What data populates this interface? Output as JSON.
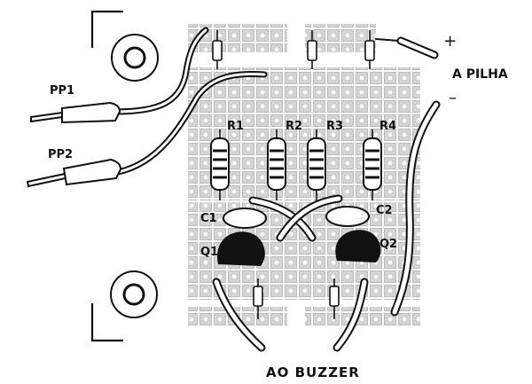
{
  "labels": {
    "pp1": "PP1",
    "pp2": "PP2",
    "r1": "R1",
    "r2": "R2",
    "r3": "R3",
    "r4": "R4",
    "c1": "C1",
    "c2": "C2",
    "q1": "Q1",
    "q2": "Q2",
    "plus": "+",
    "minus": "–",
    "battery": "A PILHA",
    "buzzer": "AO  BUZZER"
  },
  "colors": {
    "ink": "#111111",
    "pad": "#b8b8b8",
    "background": "#ffffff"
  }
}
